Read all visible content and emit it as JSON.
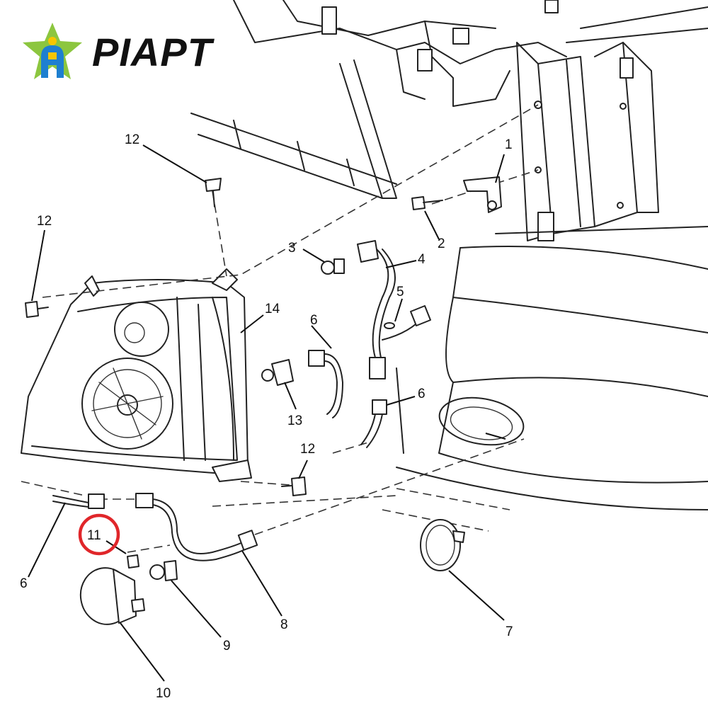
{
  "brand": {
    "name": "PIAPT",
    "colors": {
      "star": "#8cc63f",
      "a_blue": "#1e7fd0",
      "a_yellow": "#f7c600"
    }
  },
  "highlight": {
    "callout": "11",
    "color": "#e0262a"
  },
  "callouts": [
    "1",
    "2",
    "3",
    "4",
    "5",
    "6",
    "6",
    "6",
    "7",
    "8",
    "9",
    "10",
    "11",
    "12",
    "12",
    "12",
    "13",
    "14"
  ]
}
